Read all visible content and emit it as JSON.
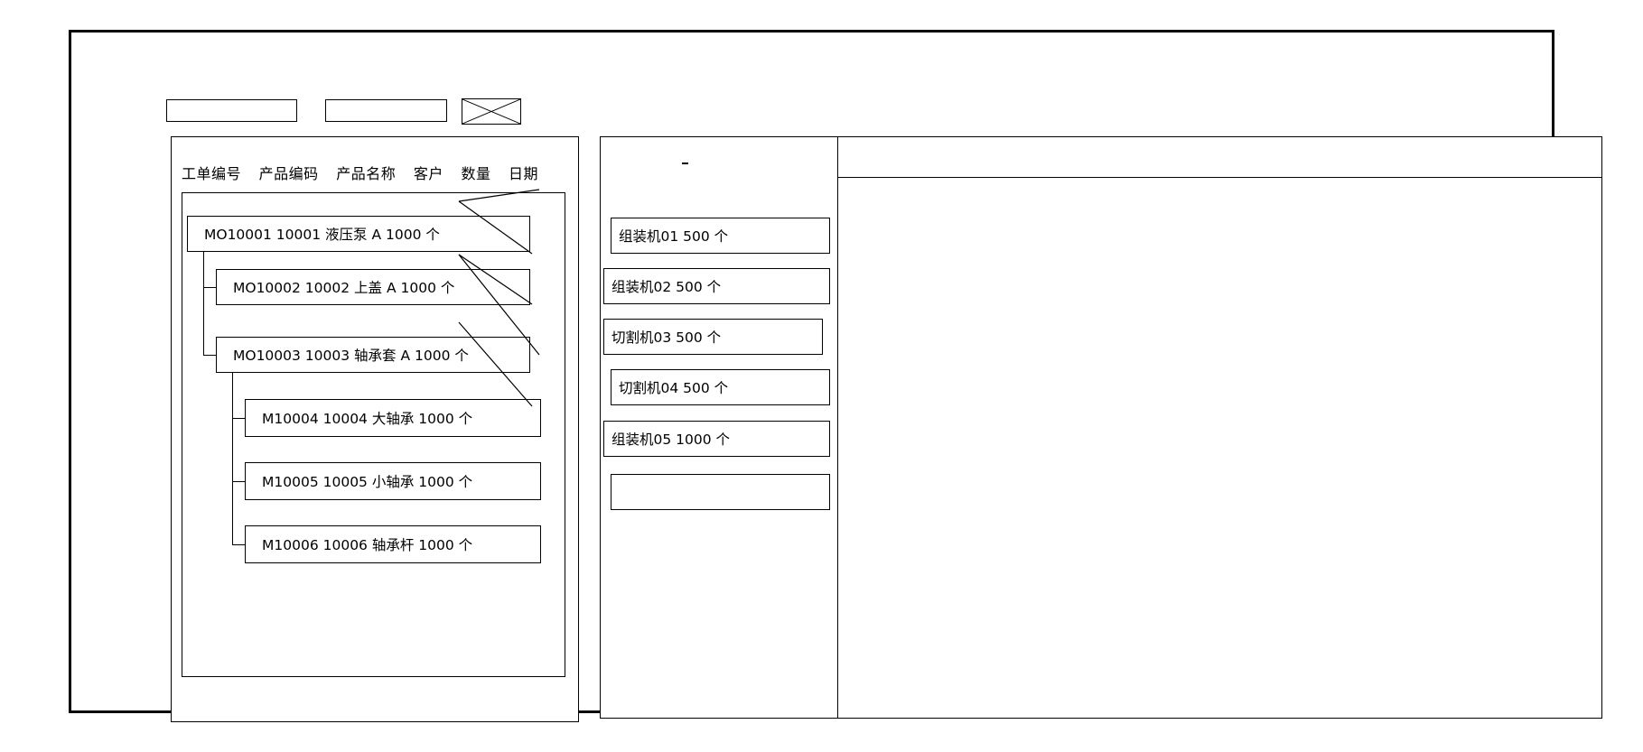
{
  "window": {
    "title": ""
  },
  "toolbar": {
    "field_1_value": "",
    "field_2_value": "",
    "image_placeholder_label": "image-placeholder"
  },
  "left_panel": {
    "column_headers": [
      "工单编号",
      "产品编码",
      "产品名称",
      "客户",
      "数量",
      "日期"
    ],
    "rows": [
      {
        "text": "MO10001   10001  液压泵   A    1000 个",
        "depth": 0
      },
      {
        "text": "MO10002  10002  上盖  A   1000  个",
        "depth": 1
      },
      {
        "text": "MO10003  10003  轴承套 A   1000   个",
        "depth": 1
      },
      {
        "text": "M10004 10004  大轴承  1000  个",
        "depth": 2
      },
      {
        "text": "M10005  10005  小轴承  1000   个",
        "depth": 2
      },
      {
        "text": "M10006  10006  轴承杆  1000   个",
        "depth": 2
      }
    ]
  },
  "middle_panel": {
    "rows": [
      {
        "text": "组装机01    500  个"
      },
      {
        "text": "组装机02    500   个"
      },
      {
        "text": "切割机03   500   个"
      },
      {
        "text": "切割机04   500  个"
      },
      {
        "text": "组装机05   1000 个"
      },
      {
        "text": ""
      }
    ]
  },
  "right_panel": {
    "header_text": "",
    "body_text": ""
  },
  "colors": {
    "stroke": "#000000",
    "background": "#ffffff"
  }
}
